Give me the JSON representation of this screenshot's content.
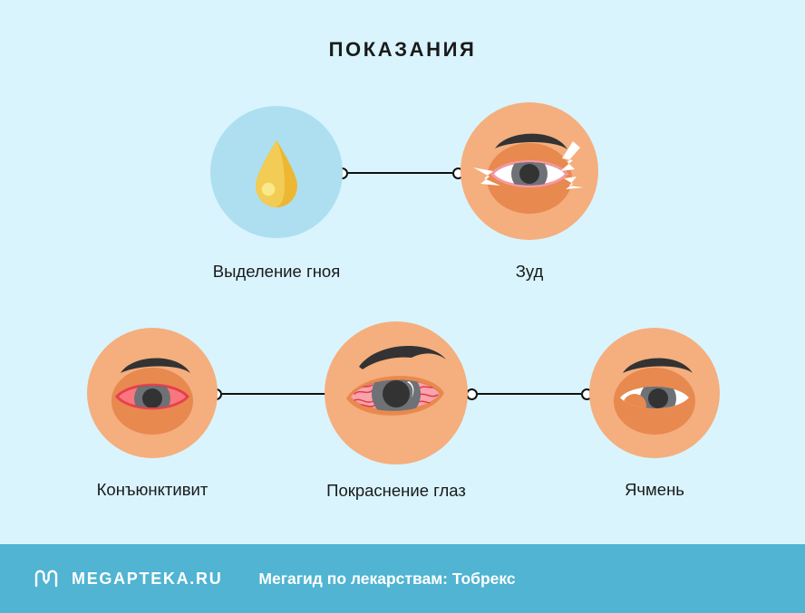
{
  "page": {
    "title": "ПОКАЗАНИЯ",
    "background_color": "#D9F4FD"
  },
  "nodes": [
    {
      "id": "discharge",
      "label": "Выделение гноя",
      "icon": "pus-droplet-icon",
      "circle_color": "#AEDFF0"
    },
    {
      "id": "itching",
      "label": "Зуд",
      "icon": "itchy-eye-icon",
      "circle_color": "#F5AE7D"
    },
    {
      "id": "conjunctivitis",
      "label": "Конъюнктивит",
      "icon": "conjunctivitis-eye-icon",
      "circle_color": "#F5AE7D"
    },
    {
      "id": "redness",
      "label": "Покраснение глаз",
      "icon": "red-eye-icon",
      "circle_color": "#F5AE7D"
    },
    {
      "id": "stye",
      "label": "Ячмень",
      "icon": "stye-eye-icon",
      "circle_color": "#F5AE7D"
    }
  ],
  "footer": {
    "brand": "MEGAPTEKA.RU",
    "tagline": "Мегагид по лекарствам: Тобрекс",
    "background_color": "#50B4D2",
    "logo_icon": "megapteka-m-logo-icon"
  },
  "palette": {
    "skin": "#F5AE7D",
    "skin_shadow": "#E8894F",
    "brow": "#333333",
    "iris": "#6E7175",
    "pupil": "#333333",
    "sclera_white": "#FFFFFF",
    "sclera_pink": "#F9767E",
    "vessel_red": "#E03B4A",
    "droplet_light": "#F2CC54",
    "droplet_dark": "#EDB733",
    "line": "#111111"
  }
}
